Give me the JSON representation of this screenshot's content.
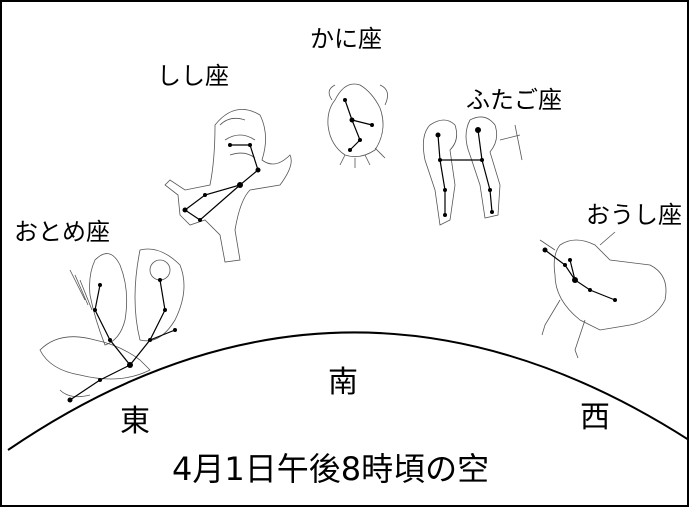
{
  "constellations": [
    {
      "key": "virgo",
      "label": "おとめ座"
    },
    {
      "key": "leo",
      "label": "しし座"
    },
    {
      "key": "cancer",
      "label": "かに座"
    },
    {
      "key": "gemini",
      "label": "ふたご座"
    },
    {
      "key": "taurus",
      "label": "おうし座"
    }
  ],
  "directions": {
    "east": "東",
    "south": "南",
    "west": "西"
  },
  "caption": "4月1日午後8時頃の空",
  "colors": {
    "ink": "#000000",
    "background": "#ffffff"
  }
}
